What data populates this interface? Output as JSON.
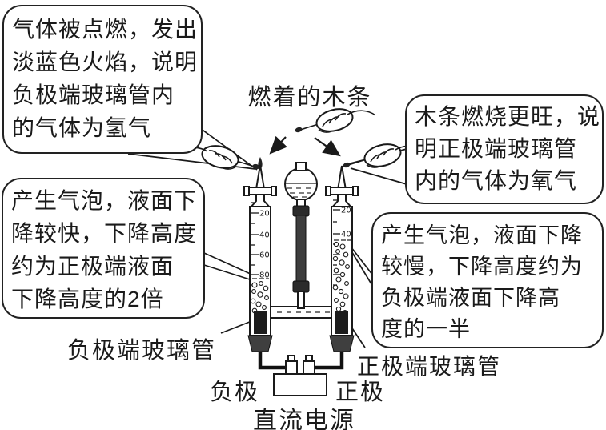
{
  "ink_color": "#1a1a1a",
  "bubbles": {
    "hydrogen_flame": {
      "lines": [
        "气体被点燃，发出",
        "淡蓝色火焰，说明",
        "负极端玻璃管内",
        "的气体为氢气"
      ]
    },
    "oxygen_stick": {
      "lines": [
        "木条燃烧更旺，说",
        "明正极端玻璃管",
        "内的气体为氧气"
      ]
    },
    "cathode_bubbles": {
      "lines": [
        "产生气泡，液面下",
        "降较快，下降高度",
        "约为正极端液面",
        "下降高度的2倍"
      ]
    },
    "anode_bubbles": {
      "lines": [
        "产生气泡，液面下降",
        "较慢，下降高度约为",
        "负极端液面下降高",
        "度的一半"
      ]
    }
  },
  "labels": {
    "burning_stick": "燃着的木条",
    "negative_tube": "负极端玻璃管",
    "positive_tube": "正极端玻璃管",
    "negative_terminal": "负极",
    "positive_terminal": "正极",
    "power_supply": "直流电源"
  },
  "apparatus": {
    "left_scale": [
      "20",
      "40",
      "60",
      "80"
    ],
    "right_scale": [
      "20",
      "40"
    ]
  }
}
